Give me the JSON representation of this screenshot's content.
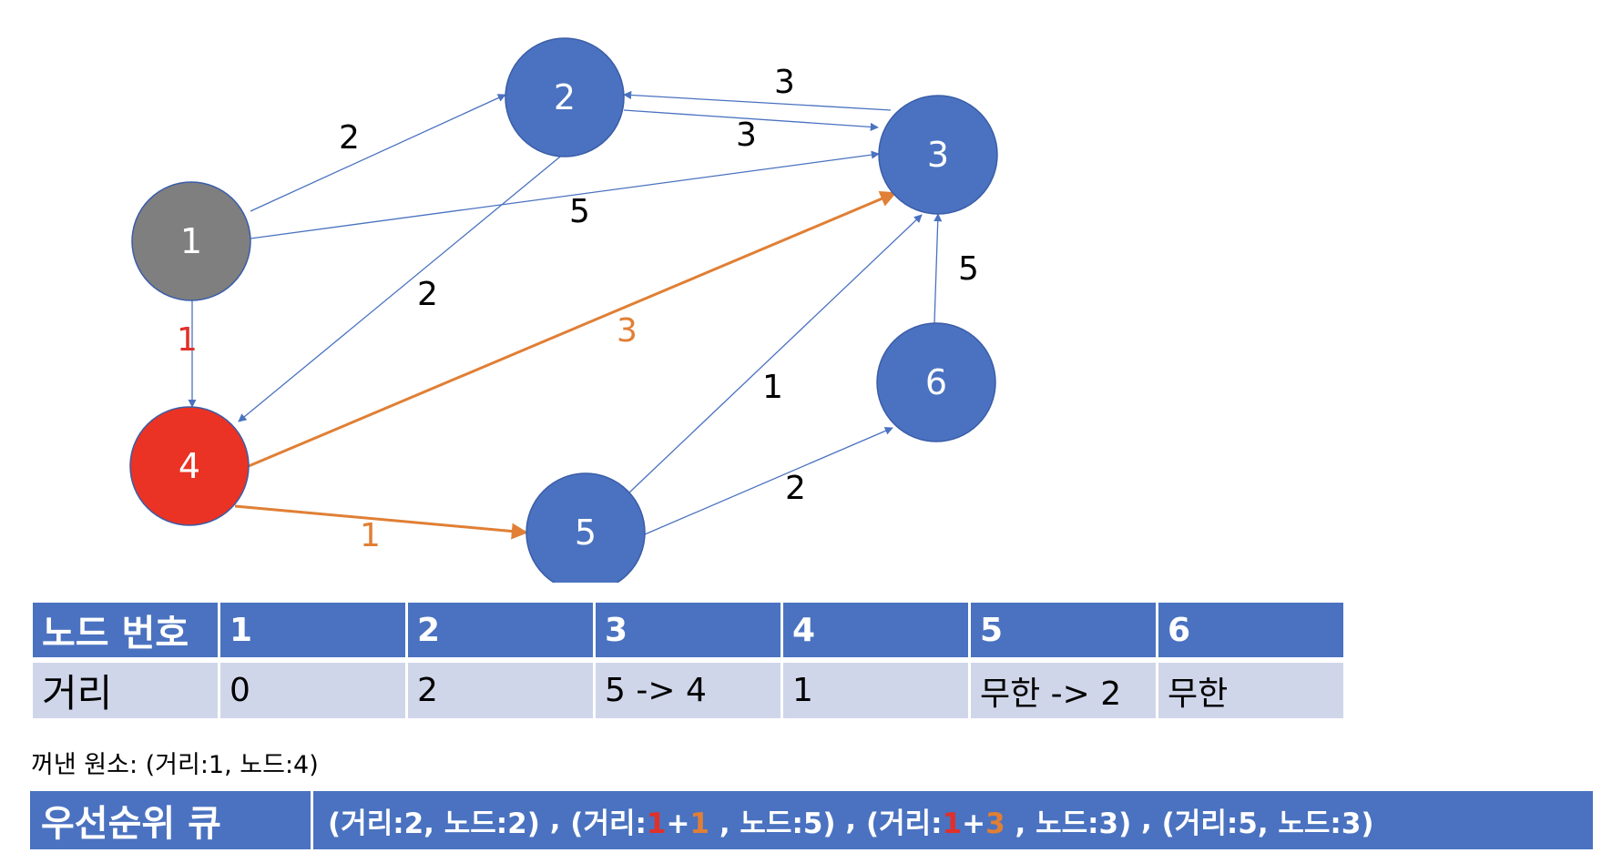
{
  "graph": {
    "nodes": [
      {
        "id": "1",
        "label": "1",
        "color": "#7f7f7f"
      },
      {
        "id": "2",
        "label": "2",
        "color": "#4a72c0"
      },
      {
        "id": "3",
        "label": "3",
        "color": "#4a72c0"
      },
      {
        "id": "4",
        "label": "4",
        "color": "#ea3324"
      },
      {
        "id": "5",
        "label": "5",
        "color": "#4a72c0"
      },
      {
        "id": "6",
        "label": "6",
        "color": "#4a72c0"
      }
    ],
    "edges": [
      {
        "from": "1",
        "to": "2",
        "weight": "2",
        "style": "normal"
      },
      {
        "from": "1",
        "to": "3",
        "weight": "5",
        "style": "normal"
      },
      {
        "from": "1",
        "to": "4",
        "weight": "1",
        "style": "visited"
      },
      {
        "from": "2",
        "to": "3",
        "weight": "3",
        "style": "normal"
      },
      {
        "from": "3",
        "to": "2",
        "weight": "3",
        "style": "normal"
      },
      {
        "from": "2",
        "to": "4",
        "weight": "2",
        "style": "normal"
      },
      {
        "from": "4",
        "to": "3",
        "weight": "3",
        "style": "active"
      },
      {
        "from": "4",
        "to": "5",
        "weight": "1",
        "style": "active"
      },
      {
        "from": "5",
        "to": "3",
        "weight": "1",
        "style": "normal"
      },
      {
        "from": "5",
        "to": "6",
        "weight": "2",
        "style": "normal"
      },
      {
        "from": "6",
        "to": "3",
        "weight": "5",
        "style": "normal"
      }
    ],
    "colors": {
      "edge_normal": "#4a72c0",
      "edge_active": "#e07f35",
      "label_normal": "#000000",
      "label_active": "#e07f35",
      "label_visited": "#e0302a"
    }
  },
  "distance_table": {
    "header_label": "노드 번호",
    "row_label": "거리",
    "nodes": [
      "1",
      "2",
      "3",
      "4",
      "5",
      "6"
    ],
    "distances": [
      "0",
      "2",
      "5 -> 4",
      "1",
      "무한 -> 2",
      "무한"
    ]
  },
  "popped": "꺼낸 원소: (거리:1, 노드:4)",
  "priority_queue": {
    "label": "우선순위 큐",
    "items": [
      {
        "segments": [
          {
            "text": "(거리:2, 노드:2)",
            "color": "white"
          }
        ]
      },
      {
        "segments": [
          {
            "text": "(거리:",
            "color": "white"
          },
          {
            "text": "1",
            "color": "red"
          },
          {
            "text": "+",
            "color": "white"
          },
          {
            "text": "1",
            "color": "orange"
          },
          {
            "text": " , 노드:5)",
            "color": "white"
          }
        ]
      },
      {
        "segments": [
          {
            "text": "(거리:",
            "color": "white"
          },
          {
            "text": "1",
            "color": "red"
          },
          {
            "text": "+",
            "color": "white"
          },
          {
            "text": "3",
            "color": "orange"
          },
          {
            "text": " , 노드:3)",
            "color": "white"
          }
        ]
      },
      {
        "segments": [
          {
            "text": "(거리:5, 노드:3)",
            "color": "white"
          }
        ]
      }
    ],
    "separator": " , "
  }
}
